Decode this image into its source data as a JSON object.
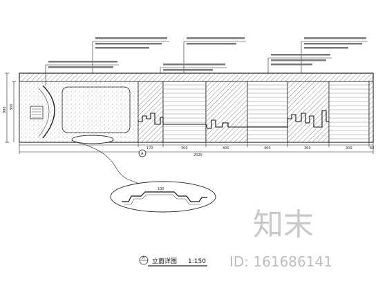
{
  "drawing": {
    "title": "立面详图",
    "scale": "1:150",
    "callout_mark": "A",
    "detail_mark": "A"
  },
  "dimensions": {
    "vertical_total": "900",
    "vertical_part": "300",
    "bottom_segments": [
      "170",
      "300",
      "400",
      "400",
      "300",
      "300",
      "60"
    ],
    "bottom_total": "2020"
  },
  "detail": {
    "dimension": "100"
  },
  "watermark": {
    "brand": "知末",
    "id_label": "ID: 161686141"
  }
}
